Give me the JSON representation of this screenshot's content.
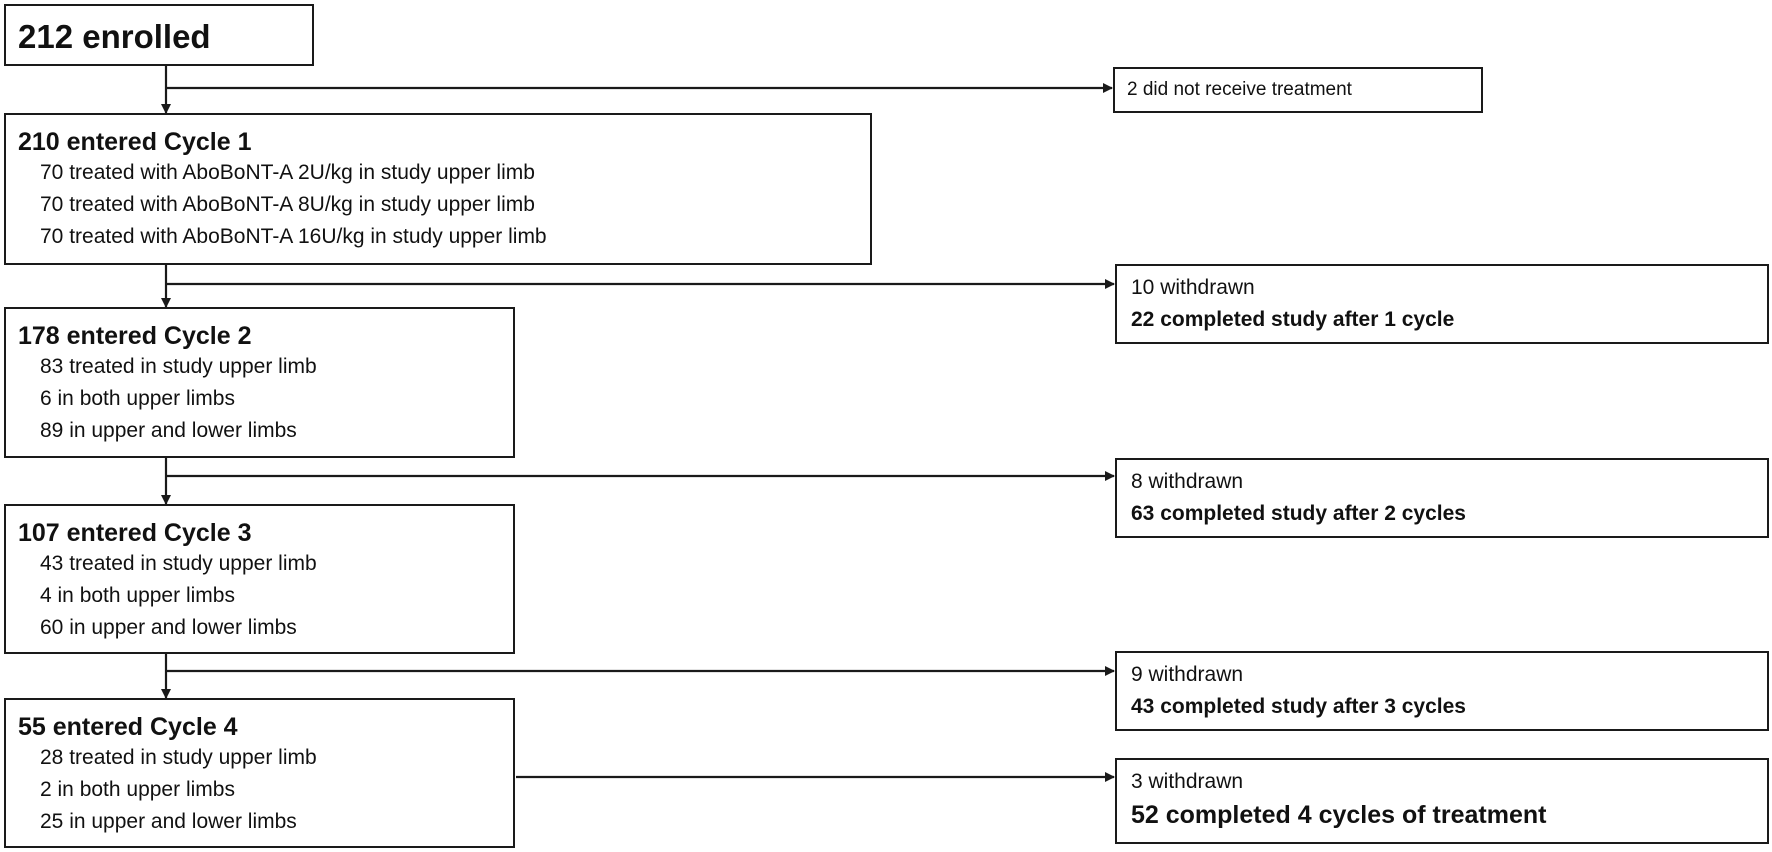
{
  "enrolled": "212 enrolled",
  "excluded": "2 did not receive treatment",
  "cycles": [
    {
      "title": "210 entered Cycle 1",
      "lines": [
        "70 treated with AboBoNT-A 2U/kg in study upper limb",
        "70 treated with AboBoNT-A 8U/kg in study upper limb",
        "70 treated with AboBoNT-A 16U/kg in study upper limb"
      ]
    },
    {
      "title": "178 entered Cycle 2",
      "lines": [
        "83 treated in study upper limb",
        "6 in both upper limbs",
        "89 in upper and lower limbs"
      ]
    },
    {
      "title": "107 entered Cycle 3",
      "lines": [
        "43 treated in study upper limb",
        "4 in both upper limbs",
        "60 in upper and lower limbs"
      ]
    },
    {
      "title": "55 entered Cycle 4",
      "lines": [
        "28 treated in study upper limb",
        "2 in both upper limbs",
        "25 in upper and lower limbs"
      ]
    }
  ],
  "outcomes": [
    {
      "withdrawn": "10 withdrawn",
      "completed": "22 completed study after 1 cycle"
    },
    {
      "withdrawn": "8 withdrawn",
      "completed": "63 completed study after 2 cycles"
    },
    {
      "withdrawn": "9 withdrawn",
      "completed": "43 completed study after 3 cycles"
    },
    {
      "withdrawn": "3 withdrawn",
      "completed": "52 completed 4 cycles of treatment"
    }
  ]
}
